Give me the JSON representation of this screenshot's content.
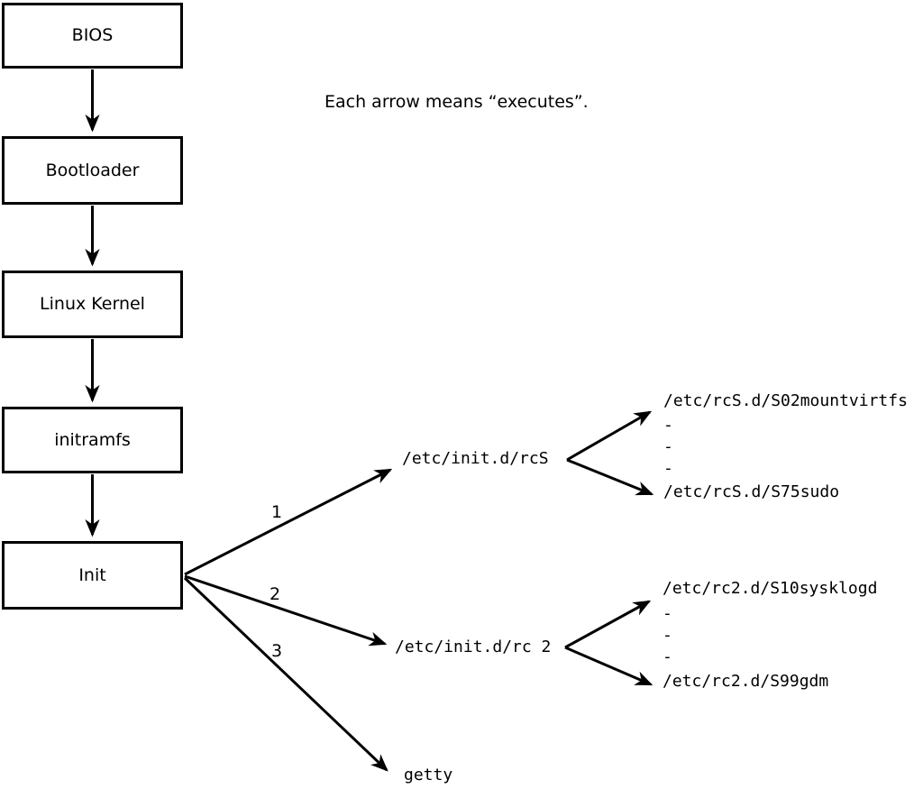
{
  "caption": "Each arrow means “executes”.",
  "chain": [
    "BIOS",
    "Bootloader",
    "Linux Kernel",
    "initramfs",
    "Init"
  ],
  "edge_labels": [
    "1",
    "2",
    "3"
  ],
  "level1": {
    "rcS": "/etc/init.d/rcS",
    "rc2": "/etc/init.d/rc 2",
    "getty": "getty"
  },
  "rcS_children": [
    "/etc/rcS.d/S02mountvirtfs",
    "-",
    "-",
    "-",
    "/etc/rcS.d/S75sudo"
  ],
  "rc2_children": [
    "/etc/rc2.d/S10sysklogd",
    "-",
    "-",
    "-",
    "/etc/rc2.d/S99gdm"
  ],
  "colors": {
    "line": "#000000",
    "text": "#000000",
    "box_fill": "#ffffff",
    "background": "#ffffff"
  }
}
